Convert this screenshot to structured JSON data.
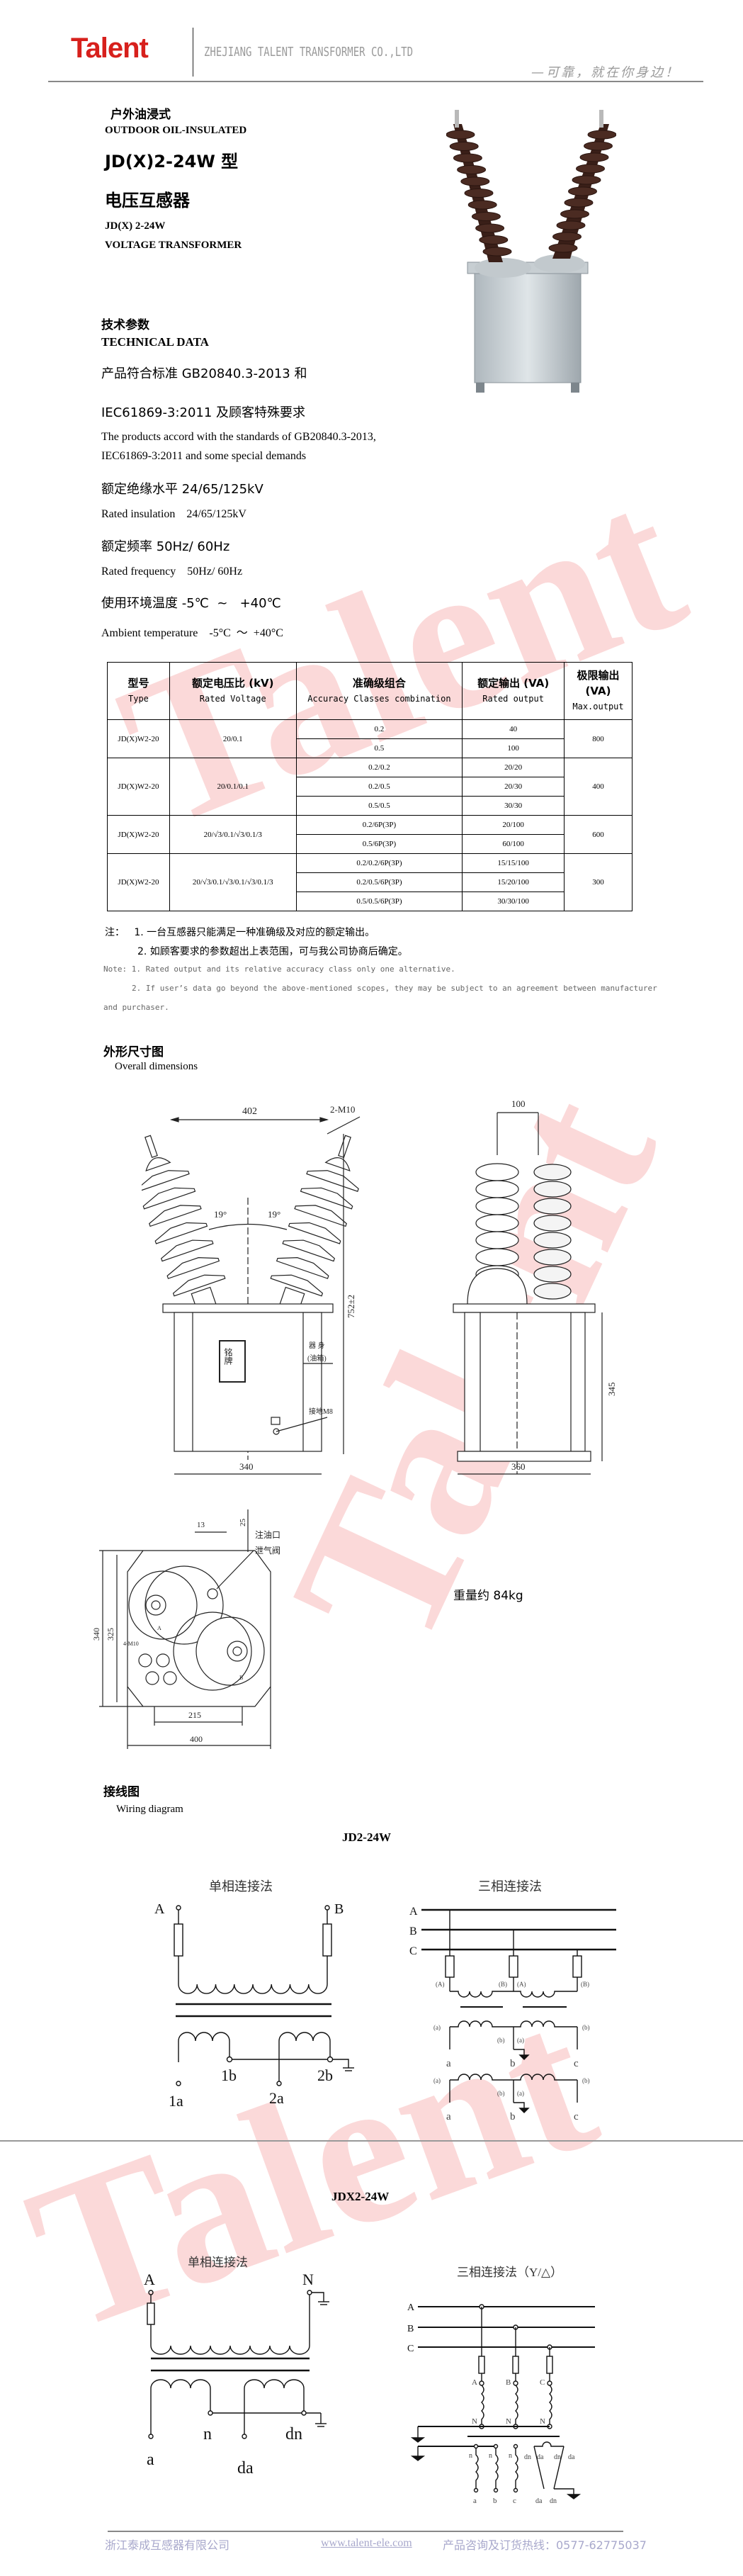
{
  "header": {
    "logo": "Talent",
    "company": "ZHEJIANG TALENT TRANSFORMER CO.,LTD",
    "slogan": "—可靠，就在你身边！"
  },
  "watermark": "Talent",
  "intro": {
    "type_cn": "户外油浸式",
    "type_en": "OUTDOOR OIL-INSULATED",
    "model_cn": "JD(X)2-24W 型",
    "name_cn": "电压互感器",
    "model_en": "JD(X) 2-24W",
    "name_en": "VOLTAGE TRANSFORMER"
  },
  "tech": {
    "heading_cn": "技术参数",
    "heading_en": "TECHNICAL DATA",
    "standard_cn_1": "产品符合标准 GB20840.3-2013 和",
    "standard_cn_2": "IEC61869-3:2011 及顾客特殊要求",
    "standard_en_1": "The products accord with the standards of GB20840.3-2013,",
    "standard_en_2": "IEC61869-3:2011 and some special demands",
    "insulation_cn": "额定绝缘水平 24/65/125kV",
    "insulation_en": "Rated insulation    24/65/125kV",
    "frequency_cn": "额定频率 50Hz/ 60Hz",
    "frequency_en": "Rated frequency    50Hz/ 60Hz",
    "temperature_cn": "使用环境温度 -5℃  ~   +40℃",
    "temperature_en": "Ambient temperature    -5°C  ～  +40°C"
  },
  "table": {
    "headers": [
      {
        "cn": "型号",
        "en": "Type"
      },
      {
        "cn": "额定电压比 (kV)",
        "en": "Rated Voltage"
      },
      {
        "cn": "准确级组合",
        "en": "Accuracy Classes combination"
      },
      {
        "cn": "额定输出 (VA)",
        "en": "Rated output"
      },
      {
        "cn": "极限输出",
        "cn2": "(VA)",
        "en": "Max.output"
      }
    ],
    "groups": [
      {
        "type": "JD(X)W2-20",
        "voltage": "20/0.1",
        "max": "800",
        "rows": [
          {
            "acc": "0.2",
            "out": "40"
          },
          {
            "acc": "0.5",
            "out": "100"
          }
        ]
      },
      {
        "type": "JD(X)W2-20",
        "voltage": "20/0.1/0.1",
        "max": "400",
        "rows": [
          {
            "acc": "0.2/0.2",
            "out": "20/20"
          },
          {
            "acc": "0.2/0.5",
            "out": "20/30"
          },
          {
            "acc": "0.5/0.5",
            "out": "30/30"
          }
        ]
      },
      {
        "type": "JD(X)W2-20",
        "voltage": "20/√3/0.1/√3/0.1/3",
        "max": "600",
        "rows": [
          {
            "acc": "0.2/6P(3P)",
            "out": "20/100"
          },
          {
            "acc": "0.5/6P(3P)",
            "out": "60/100"
          }
        ]
      },
      {
        "type": "JD(X)W2-20",
        "voltage": "20/√3/0.1/√3/0.1/√3/0.1/3",
        "max": "300",
        "rows": [
          {
            "acc": "0.2/0.2/6P(3P)",
            "out": "15/15/100"
          },
          {
            "acc": "0.2/0.5/6P(3P)",
            "out": "15/20/100"
          },
          {
            "acc": "0.5/0.5/6P(3P)",
            "out": "30/30/100"
          }
        ]
      }
    ]
  },
  "notes": {
    "cn_1": "注：   1. 一台互感器只能满足一种准确级及对应的额定输出。",
    "cn_2": "2. 如顾客要求的参数超出上表范围，可与我公司协商后确定。",
    "en_1": "Note: 1. Rated output and its relative accuracy class only one alternative.",
    "en_2": "2. If user’s data go beyond the above-mentioned scopes, they may be subject to an agreement between manufacturer",
    "en_3": "and purchaser."
  },
  "dimensions": {
    "heading_cn": "外形尺寸图",
    "heading_en": "Overall dimensions",
    "front": {
      "d402": "402",
      "m10": "2-M10",
      "angle": "19°",
      "height": "752±2",
      "width": "340",
      "nameplate": "铭牌",
      "body": "器 身",
      "body2": "(油箱)",
      "ground": "接地M8"
    },
    "side": {
      "d100": "100",
      "d345": "345",
      "d360": "360"
    },
    "top": {
      "d13": "13",
      "d25": "25",
      "d340": "340",
      "d325": "325",
      "m10": "4-M10",
      "d215": "215",
      "d400": "400",
      "oil_inlet": "注油口",
      "vent": "泄气阀",
      "a": "A",
      "b": "B"
    },
    "weight": "重量约 84kg"
  },
  "wiring": {
    "heading_cn": "接线图",
    "heading_en": "Wiring diagram",
    "jd": {
      "title": "JD2-24W",
      "single": "单相连接法",
      "three": "三相连接法",
      "labels": {
        "A": "A",
        "B": "B",
        "C": "C",
        "1a": "1a",
        "1b": "1b",
        "2a": "2a",
        "2b": "2b",
        "pA": "(A)",
        "pB": "(B)",
        "sa": "(a)",
        "sb": "(b)",
        "a": "a",
        "b": "b",
        "c": "c"
      }
    },
    "jdx": {
      "title": "JDX2-24W",
      "single": "单相连接法",
      "three": "三相连接法（Y/△）",
      "labels": {
        "A": "A",
        "B": "B",
        "C": "C",
        "N": "N",
        "a": "a",
        "b": "b",
        "c": "c",
        "n": "n",
        "da": "da",
        "dn": "dn"
      }
    }
  },
  "footer": {
    "company": "浙江泰成互感器有限公司",
    "website": "www.talent-ele.com",
    "hotline": "产品咨询及订货热线：0577-62775037"
  },
  "colors": {
    "brand": "#d7201c",
    "watermark": "#fbd6d6",
    "footer": "#a8a8cc"
  }
}
